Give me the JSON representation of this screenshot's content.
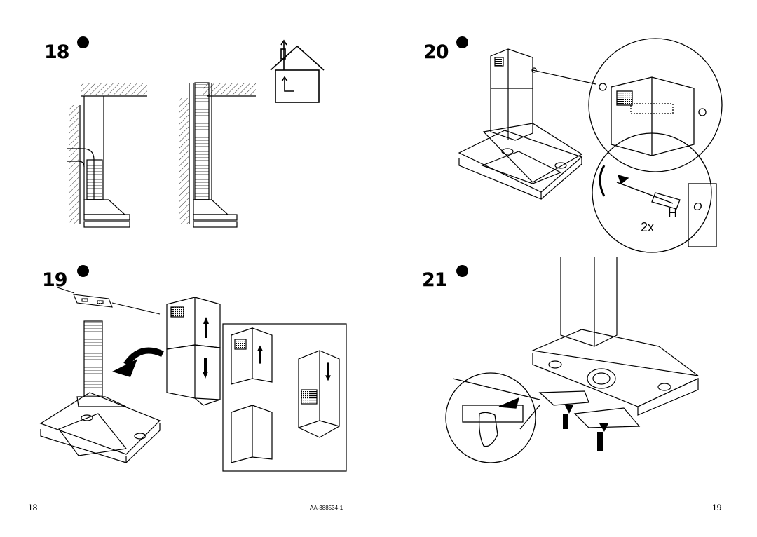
{
  "steps": [
    {
      "number": "18"
    },
    {
      "number": "19"
    },
    {
      "number": "20"
    },
    {
      "number": "21"
    }
  ],
  "labels": {
    "h": "H",
    "o": "O",
    "qty": "2x"
  },
  "footer": {
    "page_left": "18",
    "page_right": "19",
    "doc_code": "AA-388534-1"
  },
  "colors": {
    "ink": "#000000",
    "paper": "#ffffff"
  },
  "icons": [
    "house-duct-exhaust-icon",
    "arrow-up-icon",
    "arrow-down-icon",
    "curved-arrow-icon",
    "press-arrow-icon"
  ]
}
